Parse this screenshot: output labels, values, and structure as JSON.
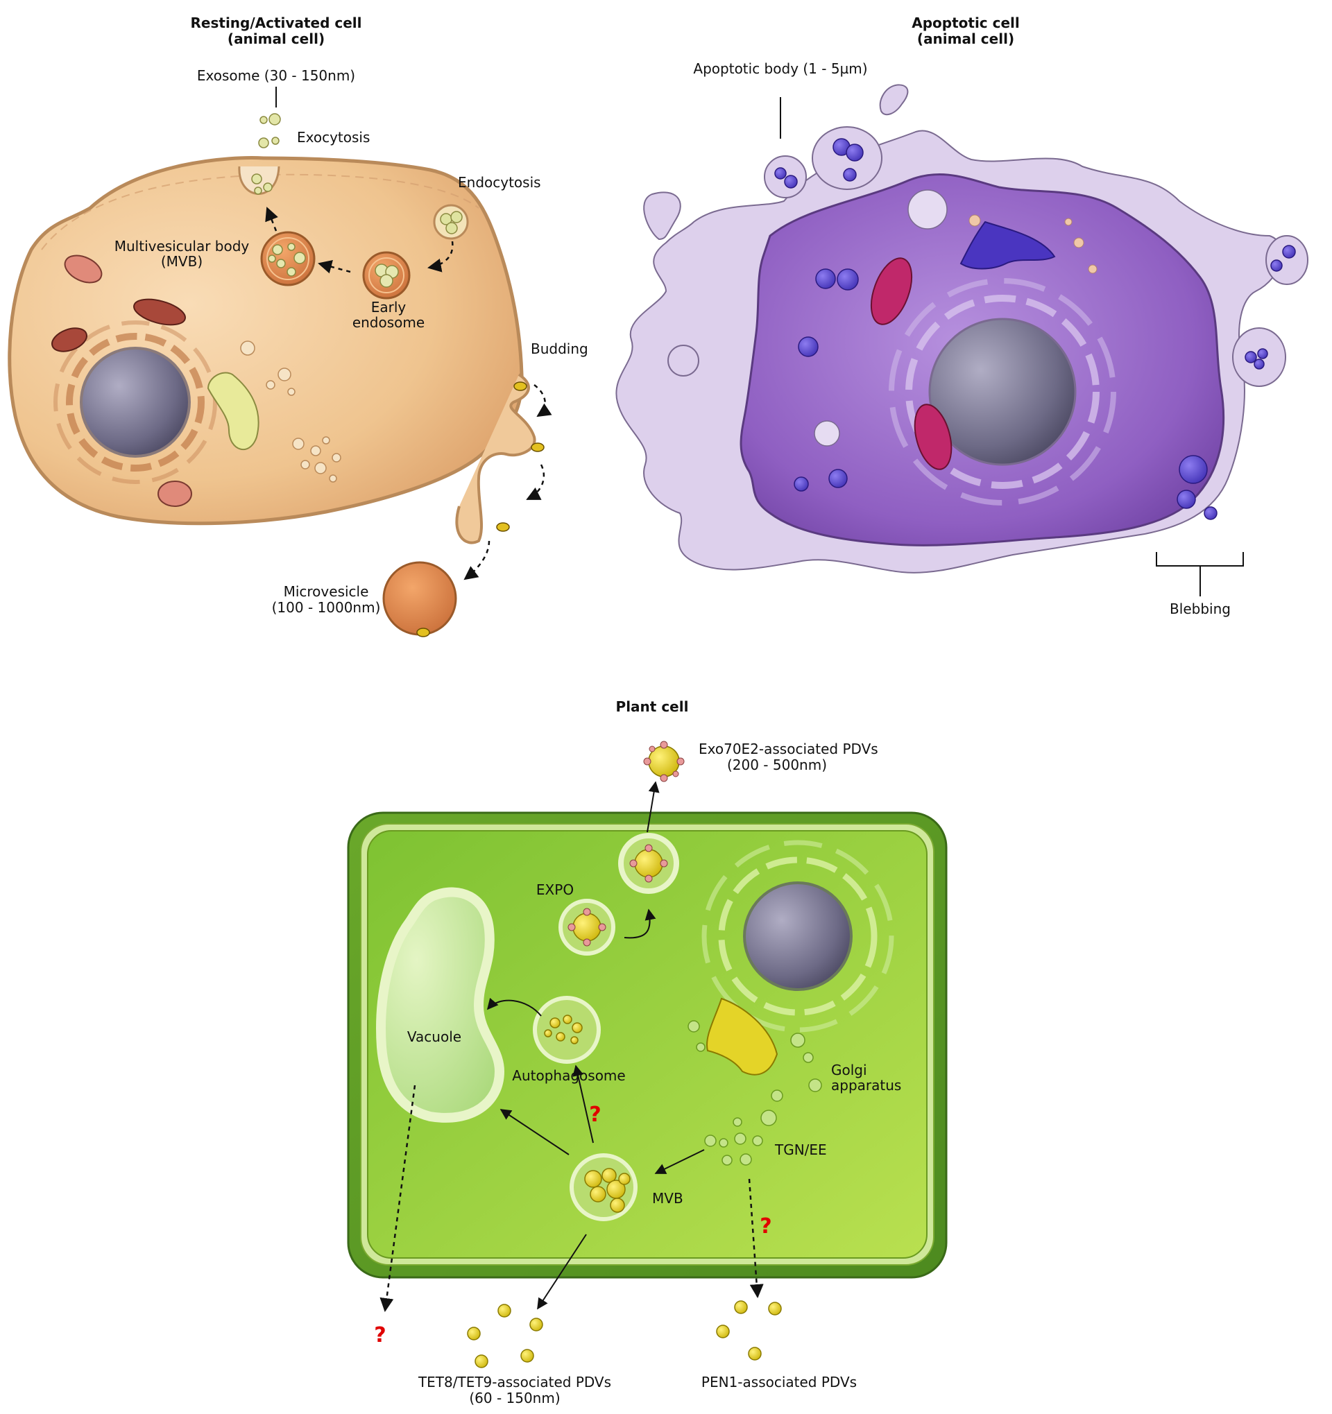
{
  "panels": {
    "animal": {
      "title_line1": "Resting/Activated cell",
      "title_line2": "(animal cell)",
      "labels": {
        "exosome": "Exosome (30 - 150nm)",
        "exocytosis": "Exocytosis",
        "endocytosis": "Endocytosis",
        "mvb_line1": "Multivesicular body",
        "mvb_line2": "(MVB)",
        "early_line1": "Early",
        "early_line2": "endosome",
        "budding": "Budding",
        "micro_line1": "Microvesicle",
        "micro_line2": "(100 - 1000nm)"
      }
    },
    "apoptotic": {
      "title_line1": "Apoptotic cell",
      "title_line2": "(animal cell)",
      "labels": {
        "body": "Apoptotic body (1 - 5µm)",
        "blebbing": "Blebbing"
      }
    },
    "plant": {
      "title": "Plant cell",
      "labels": {
        "exo_line1": "Exo70E2-associated PDVs",
        "exo_line2": "(200 - 500nm)",
        "expo": "EXPO",
        "vacuole": "Vacuole",
        "autophagosome": "Autophagosome",
        "golgi_line1": "Golgi",
        "golgi_line2": "apparatus",
        "tgn": "TGN/EE",
        "mvb": "MVB",
        "tet_line1": "TET8/TET9-associated PDVs",
        "tet_line2": "(60 - 150nm)",
        "pen1": "PEN1-associated PDVs",
        "question": "?"
      }
    }
  },
  "colors": {
    "animal_cell": "#f0c99a",
    "apoptotic_cell": "#9b6fc6",
    "plant_cell": "#8cc63f",
    "vesicle_yellow": "#e8d530",
    "question_mark": "#e00000"
  }
}
